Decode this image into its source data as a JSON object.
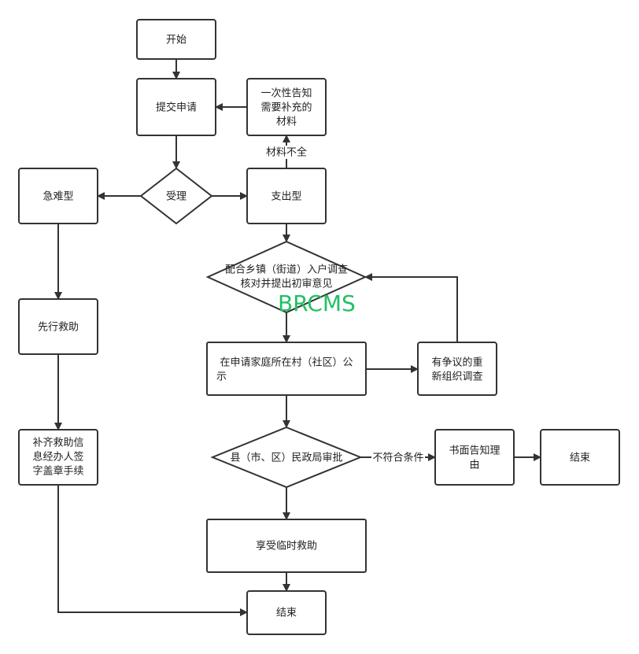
{
  "nodes": {
    "start": "开始",
    "submit": "提交申请",
    "notify": [
      "一次性告知",
      "需要补充的",
      "材料"
    ],
    "accept": "受理",
    "urgent": "急难型",
    "expense": "支出型",
    "survey": [
      "配合乡镇（街道）入户调查",
      "核对并提出初审意见"
    ],
    "first_aid": "先行救助",
    "publicize": [
      "在申请家庭所在村（社区）公",
      "示"
    ],
    "dispute": [
      "有争议的重",
      "新组织调查"
    ],
    "supplement": [
      "补齐救助信",
      "息经办人签",
      "字盖章手续"
    ],
    "approve": "县（市、区）民政局审批",
    "written_notice": [
      "书面告知理",
      "由"
    ],
    "end_right": "结束",
    "enjoy": "享受临时救助",
    "end_bottom": "结束"
  },
  "edge_labels": {
    "incomplete": "材料不全",
    "not_qualified": "不符合条件"
  },
  "watermark": "BRCMS",
  "colors": {
    "watermark": "#22c065",
    "stroke": "#333333"
  }
}
